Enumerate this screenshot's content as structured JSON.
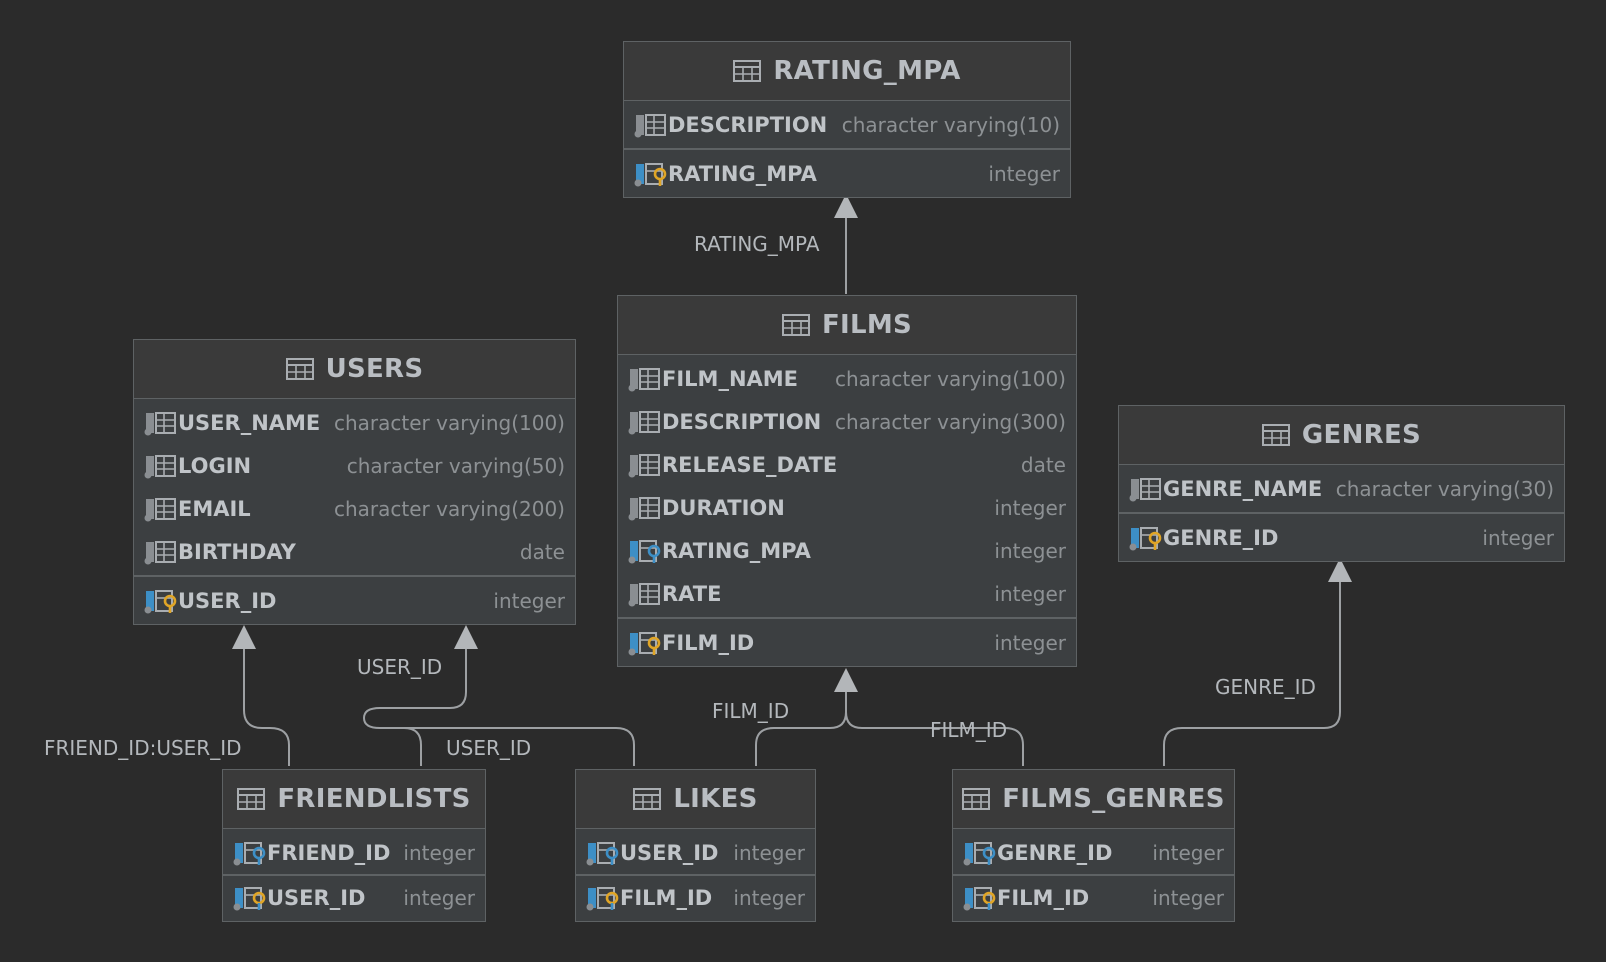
{
  "tables": [
    {
      "id": "rating_mpa",
      "name": "RATING_MPA",
      "columns": [
        {
          "name": "DESCRIPTION",
          "type": "character varying(10)",
          "icon": "column-icon"
        }
      ],
      "pk": [
        {
          "name": "RATING_MPA",
          "type": "integer",
          "icon": "primary-key-icon"
        }
      ]
    },
    {
      "id": "films",
      "name": "FILMS",
      "columns": [
        {
          "name": "FILM_NAME",
          "type": "character varying(100)",
          "icon": "column-icon"
        },
        {
          "name": "DESCRIPTION",
          "type": "character varying(300)",
          "icon": "column-icon"
        },
        {
          "name": "RELEASE_DATE",
          "type": "date",
          "icon": "column-icon"
        },
        {
          "name": "DURATION",
          "type": "integer",
          "icon": "column-icon"
        },
        {
          "name": "RATING_MPA",
          "type": "integer",
          "icon": "foreign-key-icon"
        },
        {
          "name": "RATE",
          "type": "integer",
          "icon": "column-icon"
        }
      ],
      "pk": [
        {
          "name": "FILM_ID",
          "type": "integer",
          "icon": "primary-key-icon"
        }
      ]
    },
    {
      "id": "users",
      "name": "USERS",
      "columns": [
        {
          "name": "USER_NAME",
          "type": "character varying(100)",
          "icon": "column-icon"
        },
        {
          "name": "LOGIN",
          "type": "character varying(50)",
          "icon": "column-icon"
        },
        {
          "name": "EMAIL",
          "type": "character varying(200)",
          "icon": "column-icon"
        },
        {
          "name": "BIRTHDAY",
          "type": "date",
          "icon": "column-icon"
        }
      ],
      "pk": [
        {
          "name": "USER_ID",
          "type": "integer",
          "icon": "primary-key-icon"
        }
      ]
    },
    {
      "id": "genres",
      "name": "GENRES",
      "columns": [
        {
          "name": "GENRE_NAME",
          "type": "character varying(30)",
          "icon": "column-icon"
        }
      ],
      "pk": [
        {
          "name": "GENRE_ID",
          "type": "integer",
          "icon": "primary-key-icon"
        }
      ]
    },
    {
      "id": "friendlists",
      "name": "FRIENDLISTS",
      "columns": [
        {
          "name": "FRIEND_ID",
          "type": "integer",
          "icon": "foreign-key-icon"
        },
        {
          "name": "USER_ID",
          "type": "integer",
          "icon": "foreign-primary-key-icon"
        }
      ],
      "pk": []
    },
    {
      "id": "likes",
      "name": "LIKES",
      "columns": [
        {
          "name": "USER_ID",
          "type": "integer",
          "icon": "foreign-key-icon"
        },
        {
          "name": "FILM_ID",
          "type": "integer",
          "icon": "foreign-primary-key-icon"
        }
      ],
      "pk": []
    },
    {
      "id": "films_genres",
      "name": "FILMS_GENRES",
      "columns": [
        {
          "name": "GENRE_ID",
          "type": "integer",
          "icon": "foreign-key-icon"
        },
        {
          "name": "FILM_ID",
          "type": "integer",
          "icon": "foreign-primary-key-icon"
        }
      ],
      "pk": []
    }
  ],
  "relations": [
    {
      "id": "films_rating",
      "label": "RATING_MPA"
    },
    {
      "id": "friend_user",
      "label": "FRIEND_ID:USER_ID"
    },
    {
      "id": "friend_user2",
      "label": "USER_ID"
    },
    {
      "id": "likes_user",
      "label": "USER_ID"
    },
    {
      "id": "likes_film",
      "label": "FILM_ID"
    },
    {
      "id": "fg_film",
      "label": "FILM_ID"
    },
    {
      "id": "fg_genre",
      "label": "GENRE_ID"
    }
  ],
  "colors": {
    "background": "#2b2b2b",
    "line": "#9da0a3",
    "arrow": "#b3b6b9",
    "key_blue": "#3d8fc6",
    "key_gold": "#e0a526"
  }
}
